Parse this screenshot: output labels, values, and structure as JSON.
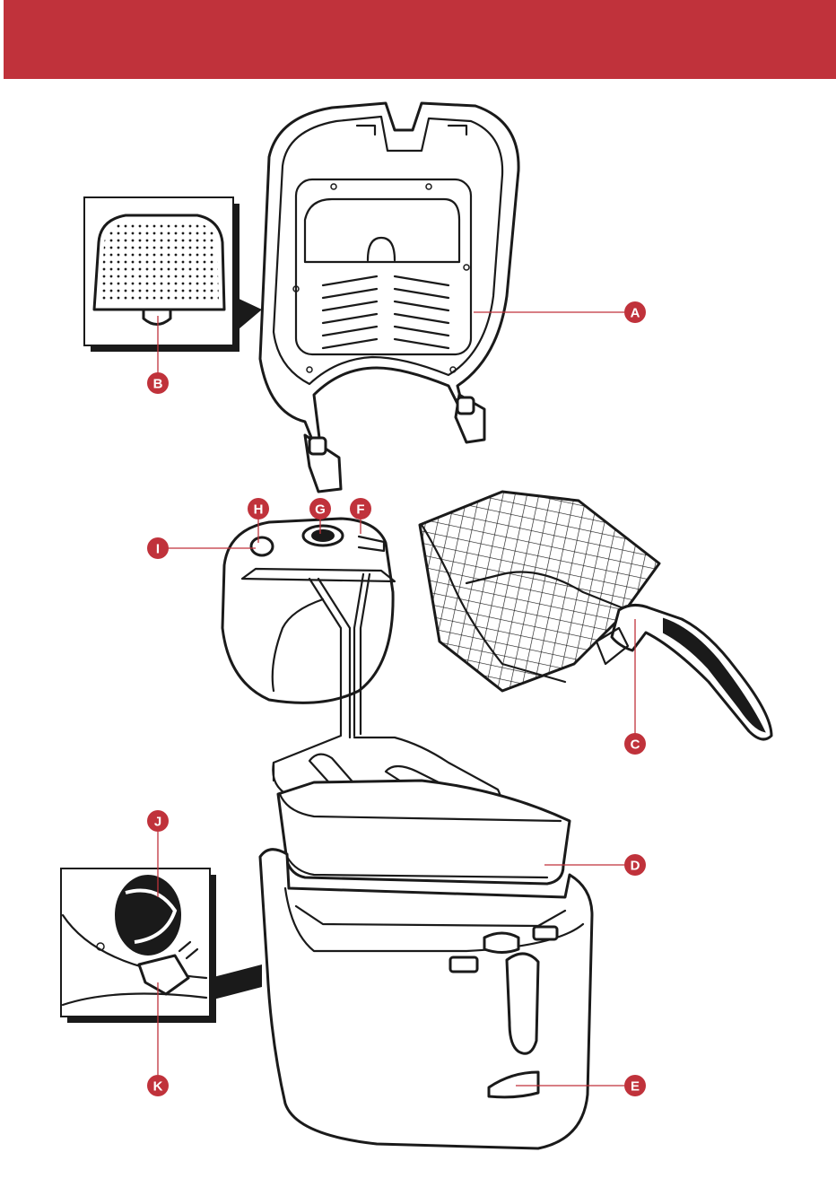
{
  "colors": {
    "header": "#c0323b",
    "callout": "#c0323b",
    "outline": "#1a1a1a",
    "background": "#ffffff"
  },
  "callouts": [
    {
      "id": "A",
      "label": "A",
      "part": "lid"
    },
    {
      "id": "B",
      "label": "B",
      "part": "filter"
    },
    {
      "id": "C",
      "label": "C",
      "part": "basket-handle"
    },
    {
      "id": "D",
      "label": "D",
      "part": "bowl"
    },
    {
      "id": "E",
      "label": "E",
      "part": "oil-level-window"
    },
    {
      "id": "F",
      "label": "F",
      "part": "control-panel-knob"
    },
    {
      "id": "G",
      "label": "G",
      "part": "thermostat"
    },
    {
      "id": "H",
      "label": "H",
      "part": "indicator-light"
    },
    {
      "id": "I",
      "label": "I",
      "part": "on-off-button"
    },
    {
      "id": "J",
      "label": "J",
      "part": "cord-storage"
    },
    {
      "id": "K",
      "label": "K",
      "part": "power-plug"
    }
  ]
}
